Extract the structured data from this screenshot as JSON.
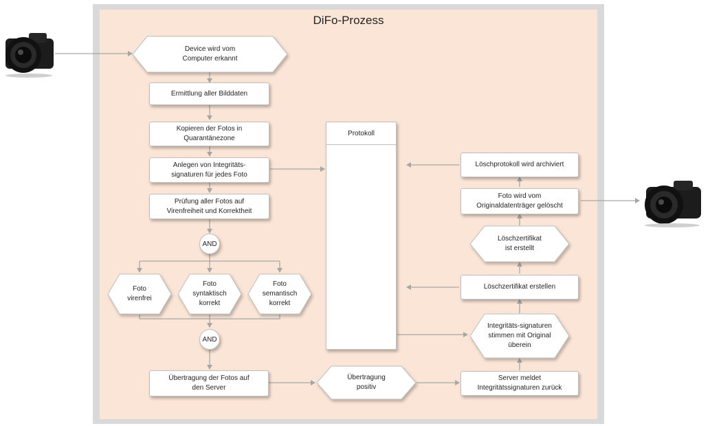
{
  "title": "DiFo-Prozess",
  "protocol_label": "Protokoll",
  "left_flow": {
    "device": "Device wird vom Computer erkannt",
    "step1": "Ermittlung aller Bilddaten",
    "step2": "Kopieren der Fotos in Quarantänezone",
    "step3": "Anlegen von Integritäts-signaturen für jedes Foto",
    "step4": "Prüfung aller Fotos auf Virenfreiheit und Korrektheit",
    "and1": "AND",
    "check1": "Foto virenfrei",
    "check2": "Foto syntaktisch korrekt",
    "check3": "Foto semantisch korrekt",
    "and2": "AND",
    "transfer": "Übertragung der Fotos auf den Server"
  },
  "bottom_flow": {
    "transfer_ok": "Übertragung positiv",
    "server_returns": "Server meldet Integritätssignaturen zurück"
  },
  "right_flow": {
    "sig_match": "Integritäts-signaturen stimmen mit Original überein",
    "create_cert": "Löschzertifikat erstellen",
    "cert_created": "Löschzertifikat ist erstellt",
    "delete_photo": "Foto wird vom Originaldatenträger gelöscht",
    "archive": "Löschprotokoll wird archiviert"
  },
  "icons": {
    "camera_in": "camera-icon",
    "camera_out": "camera-icon"
  },
  "colors": {
    "panel": "#fbe5d6",
    "frame": "#d9d9d9",
    "arrow": "#a6a6a6"
  }
}
